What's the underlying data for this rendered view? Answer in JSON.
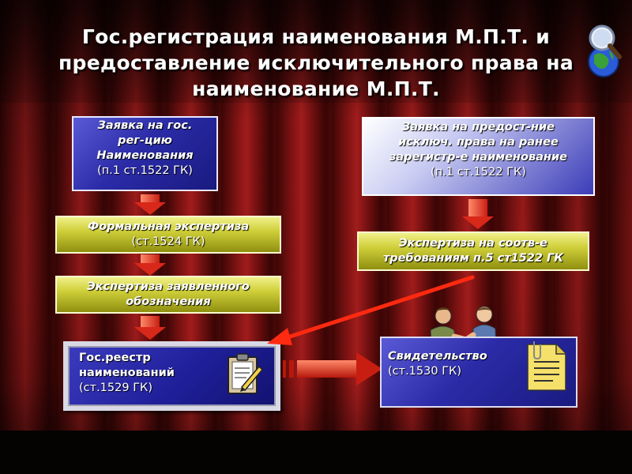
{
  "title": {
    "line1": "Гос.регистрация наименования М.П.Т. и",
    "line2": "предоставление исключительного права на",
    "line3": "наименование М.П.Т."
  },
  "left_column": {
    "application": {
      "line1": "Заявка   на гос.",
      "line2": "рег-цию",
      "line3": "Наименования",
      "line4": "(п.1 ст.1522 ГК)"
    },
    "formal_exam": {
      "line1": "Формальная экспертиза",
      "line2": "(ст.1524 ГК)"
    },
    "designation_exam": {
      "line1": "Экспертиза заявленного",
      "line2": "обозначения"
    },
    "registry": {
      "line1": "Гос.реестр",
      "line2": "наименований",
      "line3": "(ст.1529 ГК)"
    }
  },
  "right_column": {
    "application": {
      "line1": "Заявка на предост-ние",
      "line2": "исключ. права на ранее",
      "line3": "зарегистр-е наименование",
      "line4": "(п.1 ст.1522 ГК)"
    },
    "compliance_exam": {
      "line1": "Экспертиза на соотв-е",
      "line2": "требованиям  п.5 ст1522 ГК"
    },
    "certificate": {
      "line1": "Свидетельство",
      "line2": "(ст.1530 ГК)"
    }
  },
  "icons": {
    "top_right": "magnifier-globe-icon",
    "registry": "clipboard-pen-icon",
    "certificate": "document-paperclip-icon",
    "people": "handshake-people-icon"
  },
  "colors": {
    "background": "#7a1212",
    "title": "#ffffff",
    "arrow": "#d8281a",
    "highlight_arrow": "#ff2a10",
    "blue_box": "#2b2ba8",
    "olive_box": "#cfcf3a",
    "frame": "#d9d9e6"
  }
}
